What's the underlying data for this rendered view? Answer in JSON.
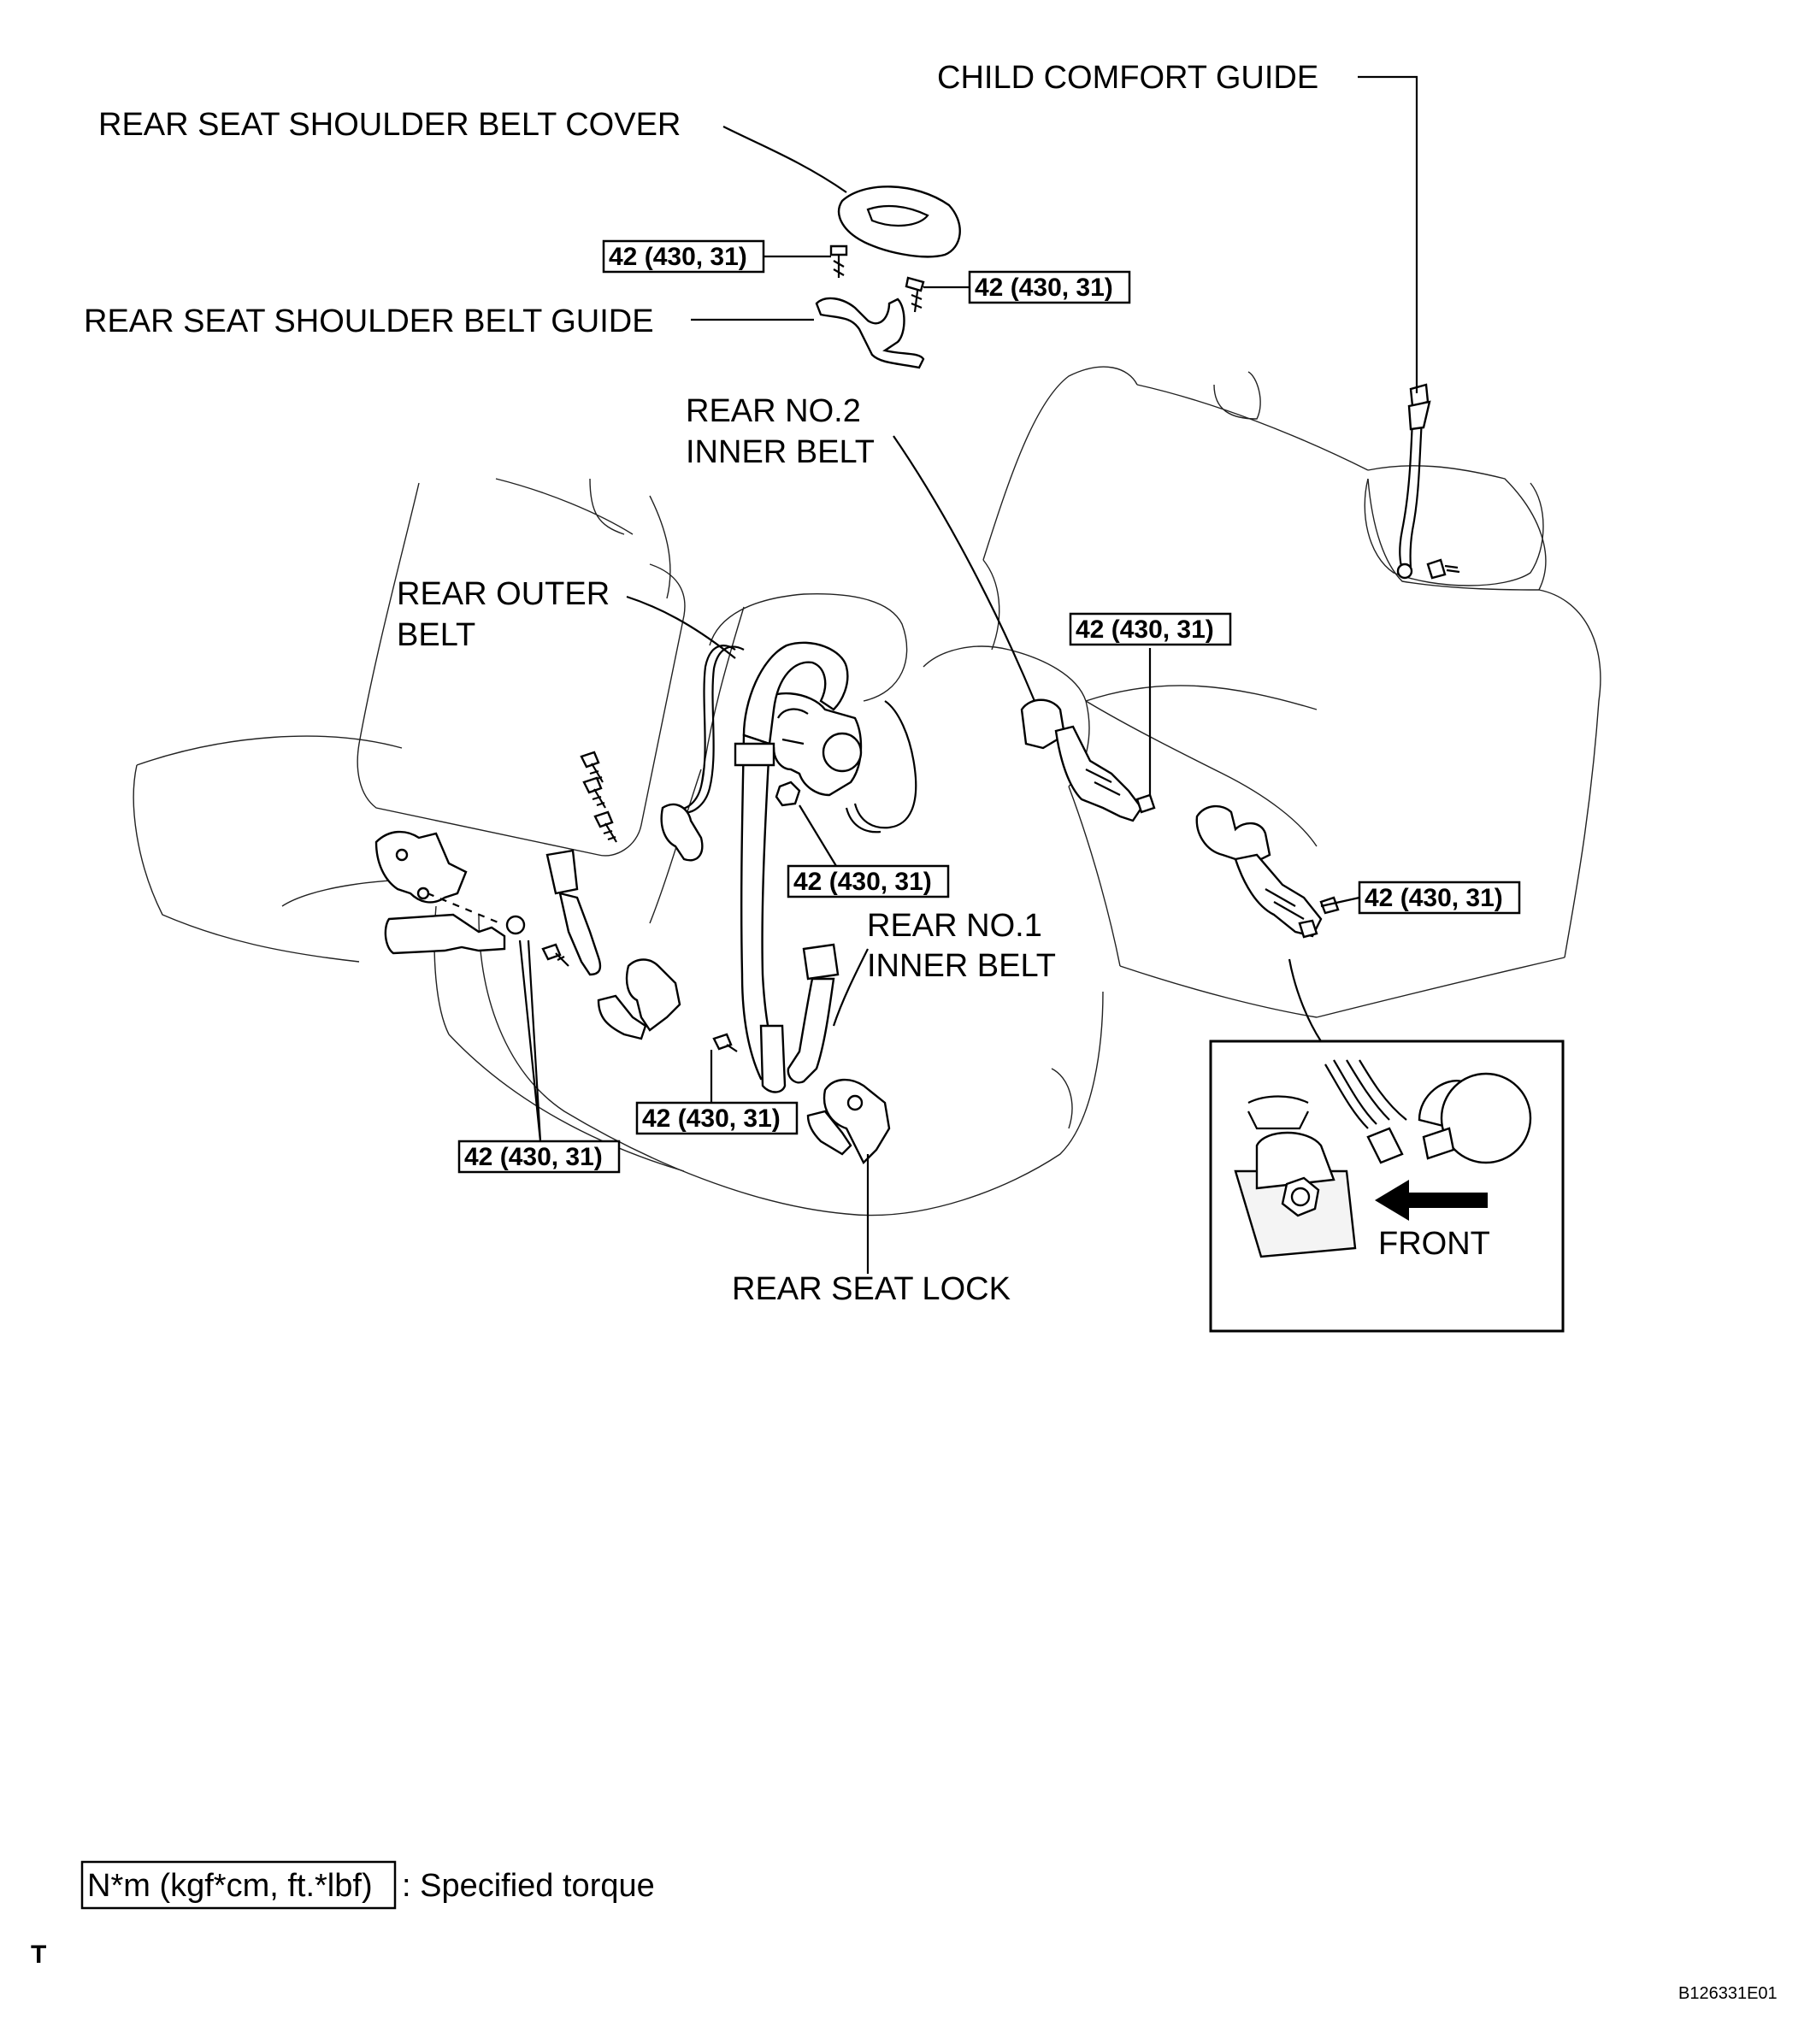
{
  "labels": {
    "child_comfort_guide": "CHILD COMFORT GUIDE",
    "shoulder_belt_cover": "REAR SEAT SHOULDER BELT COVER",
    "shoulder_belt_guide": "REAR SEAT SHOULDER BELT GUIDE",
    "no2_inner_belt_line1": "REAR NO.2",
    "no2_inner_belt_line2": "INNER BELT",
    "outer_belt_line1": "REAR OUTER",
    "outer_belt_line2": "BELT",
    "no1_inner_belt_line1": "REAR NO.1",
    "no1_inner_belt_line2": "INNER BELT",
    "seat_lock": "REAR SEAT LOCK",
    "front": "FRONT"
  },
  "torque_value": "42 (430, 31)",
  "legend": {
    "unit_box": "N*m (kgf*cm, ft.*lbf)",
    "description": ": Specified torque"
  },
  "corner_mark": "T",
  "figure_code": "B126331E01"
}
